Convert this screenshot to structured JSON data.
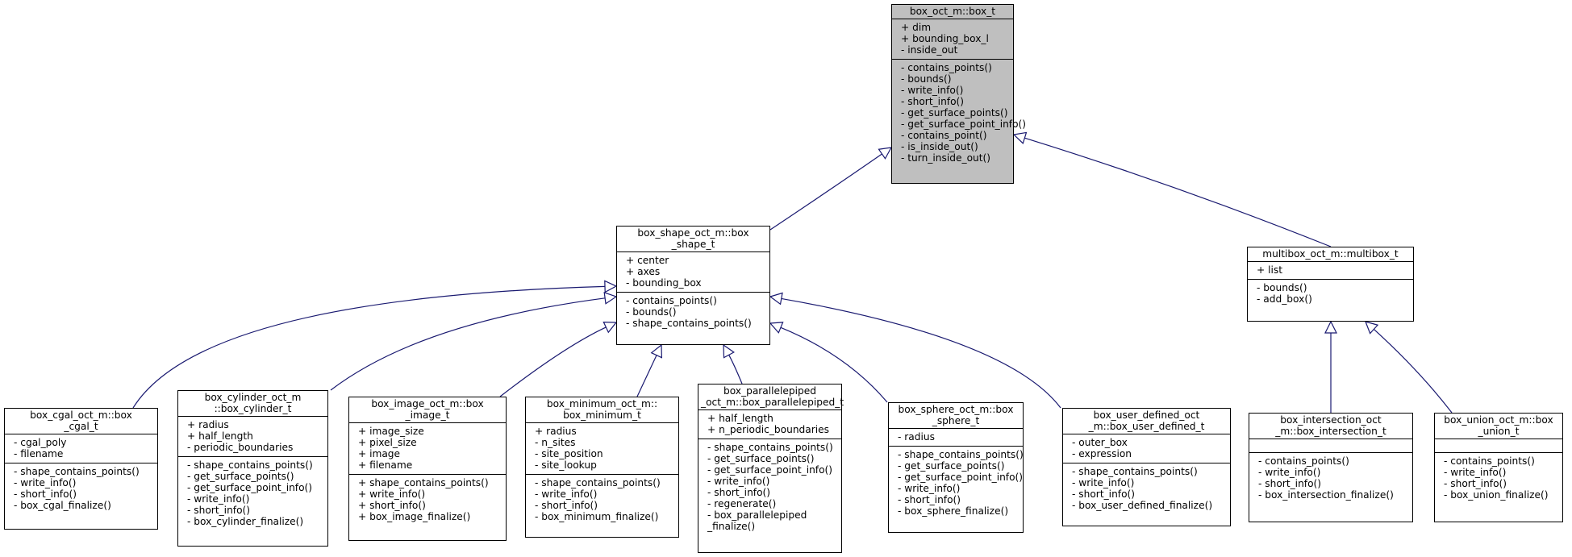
{
  "classes": {
    "box_t": {
      "title": "box_oct_m::box_t",
      "attributes": [
        "+ dim",
        "+ bounding_box_l",
        "- inside_out"
      ],
      "methods": [
        "- contains_points()",
        "- bounds()",
        "- write_info()",
        "- short_info()",
        "- get_surface_points()",
        "- get_surface_point_info()",
        "- contains_point()",
        "- is_inside_out()",
        "- turn_inside_out()"
      ]
    },
    "box_shape_t": {
      "title": "box_shape_oct_m::box\n_shape_t",
      "attributes": [
        "+ center",
        "+ axes",
        "- bounding_box"
      ],
      "methods": [
        "- contains_points()",
        "- bounds()",
        "- shape_contains_points()"
      ]
    },
    "multibox_t": {
      "title": "multibox_oct_m::multibox_t",
      "attributes": [
        "+ list"
      ],
      "methods": [
        "- bounds()",
        "- add_box()"
      ]
    },
    "box_cgal_t": {
      "title": "box_cgal_oct_m::box\n_cgal_t",
      "attributes": [
        "- cgal_poly",
        "- filename"
      ],
      "methods": [
        "- shape_contains_points()",
        "- write_info()",
        "- short_info()",
        "- box_cgal_finalize()"
      ]
    },
    "box_cylinder_t": {
      "title": "box_cylinder_oct_m\n::box_cylinder_t",
      "attributes": [
        "+ radius",
        "+ half_length",
        "- periodic_boundaries"
      ],
      "methods": [
        "- shape_contains_points()",
        "- get_surface_points()",
        "- get_surface_point_info()",
        "- write_info()",
        "- short_info()",
        "- box_cylinder_finalize()"
      ]
    },
    "box_image_t": {
      "title": "box_image_oct_m::box\n_image_t",
      "attributes": [
        "+ image_size",
        "+ pixel_size",
        "+ image",
        "+ filename"
      ],
      "methods": [
        "+ shape_contains_points()",
        "+ write_info()",
        "+ short_info()",
        "+ box_image_finalize()"
      ]
    },
    "box_minimum_t": {
      "title": "box_minimum_oct_m::\nbox_minimum_t",
      "attributes": [
        "+ radius",
        "- n_sites",
        "- site_position",
        "- site_lookup"
      ],
      "methods": [
        "- shape_contains_points()",
        "- write_info()",
        "- short_info()",
        "- box_minimum_finalize()"
      ]
    },
    "box_parallelepiped_t": {
      "title": "box_parallelepiped\n_oct_m::box_parallelepiped_t",
      "attributes": [
        "+ half_length",
        "+ n_periodic_boundaries"
      ],
      "methods": [
        "- shape_contains_points()",
        "- get_surface_points()",
        "- get_surface_point_info()",
        "- write_info()",
        "- short_info()",
        "- regenerate()",
        "- box_parallelepiped\n_finalize()"
      ]
    },
    "box_sphere_t": {
      "title": "box_sphere_oct_m::box\n_sphere_t",
      "attributes": [
        "- radius"
      ],
      "methods": [
        "- shape_contains_points()",
        "- get_surface_points()",
        "- get_surface_point_info()",
        "- write_info()",
        "- short_info()",
        "- box_sphere_finalize()"
      ]
    },
    "box_user_defined_t": {
      "title": "box_user_defined_oct\n_m::box_user_defined_t",
      "attributes": [
        "- outer_box",
        "- expression"
      ],
      "methods": [
        "- shape_contains_points()",
        "- write_info()",
        "- short_info()",
        "- box_user_defined_finalize()"
      ]
    },
    "box_intersection_t": {
      "title": "box_intersection_oct\n_m::box_intersection_t",
      "attributes": [],
      "methods": [
        "- contains_points()",
        "- write_info()",
        "- short_info()",
        "- box_intersection_finalize()"
      ]
    },
    "box_union_t": {
      "title": "box_union_oct_m::box\n_union_t",
      "attributes": [],
      "methods": [
        "- contains_points()",
        "- write_info()",
        "- short_info()",
        "- box_union_finalize()"
      ]
    }
  },
  "inheritance": [
    [
      "box_shape_t",
      "box_t"
    ],
    [
      "multibox_t",
      "box_t"
    ],
    [
      "box_cgal_t",
      "box_shape_t"
    ],
    [
      "box_cylinder_t",
      "box_shape_t"
    ],
    [
      "box_image_t",
      "box_shape_t"
    ],
    [
      "box_minimum_t",
      "box_shape_t"
    ],
    [
      "box_parallelepiped_t",
      "box_shape_t"
    ],
    [
      "box_sphere_t",
      "box_shape_t"
    ],
    [
      "box_user_defined_t",
      "box_shape_t"
    ],
    [
      "box_intersection_t",
      "multibox_t"
    ],
    [
      "box_union_t",
      "multibox_t"
    ]
  ],
  "colors": {
    "edge": "#191970",
    "root_fill": "#bfbfbf",
    "node_fill": "#ffffff"
  }
}
